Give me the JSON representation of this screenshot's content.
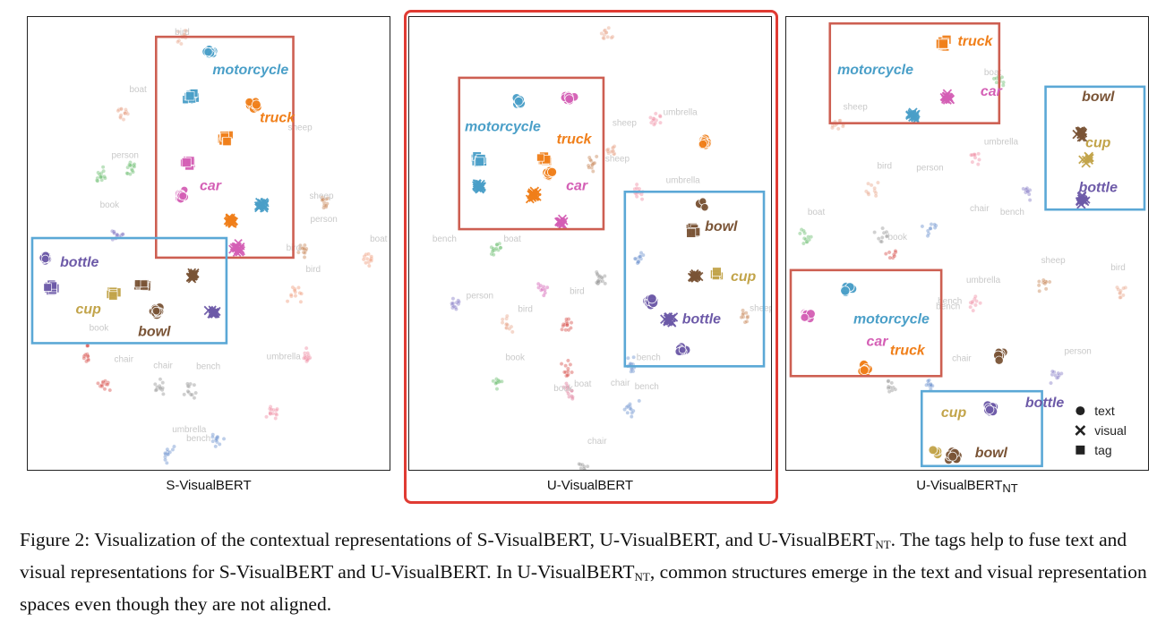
{
  "figure": {
    "panels": [
      {
        "label": "S-VisualBERT",
        "label_sub": "",
        "clusters": [
          {
            "word": "bird",
            "c": "#e9a98f",
            "s": "circle",
            "faint": true,
            "n": 14
          },
          {
            "word": "bird",
            "c": "#e9a98f",
            "s": "circle",
            "faint": true,
            "n": 14
          },
          {
            "word": "boat",
            "c": "#6fbf73",
            "s": "circle",
            "faint": true,
            "n": 14
          },
          {
            "word": "boat",
            "c": "#6fbf73",
            "s": "circle",
            "faint": true,
            "n": 14
          },
          {
            "word": "person",
            "c": "#8a7fc8",
            "s": "circle",
            "faint": true,
            "n": 14
          },
          {
            "word": "book",
            "c": "#d9534f",
            "s": "circle",
            "faint": true,
            "n": 12
          },
          {
            "word": "book",
            "c": "#d9534f",
            "s": "circle",
            "faint": true,
            "n": 12
          },
          {
            "word": "chair",
            "c": "#999999",
            "s": "circle",
            "faint": true,
            "n": 12
          },
          {
            "word": "chair",
            "c": "#999999",
            "s": "circle",
            "faint": true,
            "n": 12
          },
          {
            "word": "bench",
            "c": "#6f94d0",
            "s": "circle",
            "faint": true,
            "n": 12
          },
          {
            "word": "bench",
            "c": "#6f94d0",
            "s": "circle",
            "faint": true,
            "n": 12
          },
          {
            "word": "umbrella",
            "c": "#f08fa5",
            "s": "circle",
            "faint": true,
            "n": 14
          },
          {
            "word": "umbrella",
            "c": "#f08fa5",
            "s": "circle",
            "faint": true,
            "n": 14
          },
          {
            "word": "sheep",
            "c": "#c9885a",
            "s": "circle",
            "faint": true,
            "n": 12
          },
          {
            "word": "sheep",
            "c": "#c9885a",
            "s": "circle",
            "faint": true,
            "n": 12
          },
          {
            "word": "person",
            "c": "#f0a080",
            "s": "circle",
            "faint": true,
            "n": 12
          },
          {
            "word": "bird",
            "c": "#f0a080",
            "s": "circle",
            "faint": true,
            "n": 12
          },
          {
            "word": "motorcycle",
            "c": "#4a9fc8",
            "s": "circle",
            "faint": false,
            "n": 14
          },
          {
            "word": "motorcycle",
            "c": "#4a9fc8",
            "s": "square",
            "faint": false,
            "n": 14
          },
          {
            "word": "truck",
            "c": "#f07f1a",
            "s": "circle",
            "faint": false,
            "n": 14
          },
          {
            "word": "truck",
            "c": "#f07f1a",
            "s": "square",
            "faint": false,
            "n": 12
          },
          {
            "word": "car",
            "c": "#d45fb5",
            "s": "square",
            "faint": false,
            "n": 14
          },
          {
            "word": "car",
            "c": "#d45fb5",
            "s": "circle",
            "faint": false,
            "n": 14
          },
          {
            "word": "truck",
            "c": "#f07f1a",
            "s": "x",
            "faint": false,
            "n": 16
          },
          {
            "word": "car",
            "c": "#d45fb5",
            "s": "x",
            "faint": false,
            "n": 14
          },
          {
            "word": "motorcycle",
            "c": "#4a9fc8",
            "s": "x",
            "faint": false,
            "n": 16
          },
          {
            "word": "bottle",
            "c": "#6d5aa8",
            "s": "circle",
            "faint": false,
            "n": 12
          },
          {
            "word": "bottle",
            "c": "#6d5aa8",
            "s": "square",
            "faint": false,
            "n": 12
          },
          {
            "word": "cup",
            "c": "#c2a44a",
            "s": "square",
            "faint": false,
            "n": 6
          },
          {
            "word": "bowl",
            "c": "#7a5436",
            "s": "square",
            "faint": false,
            "n": 12
          },
          {
            "word": "bowl",
            "c": "#7a5436",
            "s": "circle",
            "faint": false,
            "n": 12
          },
          {
            "word": "bowl",
            "c": "#7a5436",
            "s": "x",
            "faint": false,
            "n": 16
          },
          {
            "word": "bottle",
            "c": "#6d5aa8",
            "s": "x",
            "faint": false,
            "n": 14
          }
        ],
        "faint_labels": [
          "bird",
          "boat",
          "person",
          "book",
          "book",
          "chair",
          "chair",
          "bench",
          "bench",
          "umbrella",
          "umbrella",
          "sheep",
          "sheep",
          "person",
          "bird",
          "bird",
          "boat"
        ],
        "bold_labels": [
          {
            "text": "motorcycle",
            "c": "#4a9fc8"
          },
          {
            "text": "truck",
            "c": "#f07f1a"
          },
          {
            "text": "car",
            "c": "#d45fb5"
          },
          {
            "text": "bottle",
            "c": "#6d5aa8"
          },
          {
            "text": "cup",
            "c": "#c2a44a"
          },
          {
            "text": "bowl",
            "c": "#7a5436"
          }
        ]
      },
      {
        "label": "U-VisualBERT",
        "label_sub": "",
        "clusters": [
          {
            "word": "bird",
            "c": "#e9a98f",
            "s": "circle",
            "faint": true,
            "n": 12
          },
          {
            "word": "umbrella",
            "c": "#f08fa5",
            "s": "circle",
            "faint": true,
            "n": 12
          },
          {
            "word": "sheep",
            "c": "#e9a98f",
            "s": "circle",
            "faint": true,
            "n": 12
          },
          {
            "word": "sheep",
            "c": "#c9885a",
            "s": "circle",
            "faint": true,
            "n": 12
          },
          {
            "word": "umbrella",
            "c": "#f08fa5",
            "s": "circle",
            "faint": true,
            "n": 14
          },
          {
            "word": "bench",
            "c": "#6f94d0",
            "s": "circle",
            "faint": true,
            "n": 12
          },
          {
            "word": "boat",
            "c": "#6fbf73",
            "s": "circle",
            "faint": true,
            "n": 14
          },
          {
            "word": "person",
            "c": "#8a7fc8",
            "s": "circle",
            "faint": true,
            "n": 12
          },
          {
            "word": "bird",
            "c": "#e9a98f",
            "s": "circle",
            "faint": true,
            "n": 12
          },
          {
            "word": "bird",
            "c": "#d45fb5",
            "s": "circle",
            "faint": true,
            "n": 10
          },
          {
            "word": "book",
            "c": "#d9534f",
            "s": "circle",
            "faint": true,
            "n": 14
          },
          {
            "word": "boat",
            "c": "#6fbf73",
            "s": "circle",
            "faint": true,
            "n": 10
          },
          {
            "word": "book",
            "c": "#d9534f",
            "s": "circle",
            "faint": true,
            "n": 12
          },
          {
            "word": "bench",
            "c": "#6f94d0",
            "s": "circle",
            "faint": true,
            "n": 12
          },
          {
            "word": "chair",
            "c": "#999999",
            "s": "circle",
            "faint": true,
            "n": 10
          },
          {
            "word": "chair",
            "c": "#999999",
            "s": "circle",
            "faint": true,
            "n": 18
          },
          {
            "word": "sheep",
            "c": "#c9885a",
            "s": "circle",
            "faint": true,
            "n": 10
          },
          {
            "word": "book",
            "c": "#e07b9a",
            "s": "circle",
            "faint": true,
            "n": 14
          },
          {
            "word": "bench",
            "c": "#6f94d0",
            "s": "circle",
            "faint": true,
            "n": 12
          },
          {
            "word": "motorcycle",
            "c": "#4a9fc8",
            "s": "circle",
            "faint": false,
            "n": 10
          },
          {
            "word": "car",
            "c": "#d45fb5",
            "s": "circle",
            "faint": false,
            "n": 12
          },
          {
            "word": "truck",
            "c": "#f07f1a",
            "s": "circle",
            "faint": false,
            "n": 14
          },
          {
            "word": "motorcycle",
            "c": "#4a9fc8",
            "s": "square",
            "faint": false,
            "n": 10
          },
          {
            "word": "truck",
            "c": "#f07f1a",
            "s": "square",
            "faint": false,
            "n": 10
          },
          {
            "word": "motorcycle",
            "c": "#4a9fc8",
            "s": "x",
            "faint": false,
            "n": 14
          },
          {
            "word": "truck",
            "c": "#f07f1a",
            "s": "x",
            "faint": false,
            "n": 16
          },
          {
            "word": "car",
            "c": "#d45fb5",
            "s": "x",
            "faint": false,
            "n": 12
          },
          {
            "word": "bowl",
            "c": "#7a5436",
            "s": "circle",
            "faint": false,
            "n": 10
          },
          {
            "word": "bowl",
            "c": "#7a5436",
            "s": "square",
            "faint": false,
            "n": 8
          },
          {
            "word": "bowl",
            "c": "#7a5436",
            "s": "x",
            "faint": false,
            "n": 14
          },
          {
            "word": "cup",
            "c": "#c2a44a",
            "s": "square",
            "faint": false,
            "n": 6
          },
          {
            "word": "bottle",
            "c": "#6d5aa8",
            "s": "circle",
            "faint": false,
            "n": 14
          },
          {
            "word": "bottle",
            "c": "#6d5aa8",
            "s": "x",
            "faint": false,
            "n": 14
          },
          {
            "word": "bottle",
            "c": "#6d5aa8",
            "s": "circle",
            "faint": false,
            "n": 10
          },
          {
            "word": "truck",
            "c": "#f07f1a",
            "s": "circle",
            "faint": false,
            "n": 14
          }
        ],
        "faint_labels": [
          "umbrella",
          "sheep",
          "sheep",
          "umbrella",
          "bench",
          "boat",
          "person",
          "bird",
          "bird",
          "book",
          "boat",
          "book",
          "bench",
          "chair",
          "chair",
          "sheep",
          "bench"
        ],
        "bold_labels": [
          {
            "text": "motorcycle",
            "c": "#4a9fc8"
          },
          {
            "text": "truck",
            "c": "#f07f1a"
          },
          {
            "text": "car",
            "c": "#d45fb5"
          },
          {
            "text": "bowl",
            "c": "#7a5436"
          },
          {
            "text": "cup",
            "c": "#c2a44a"
          },
          {
            "text": "bottle",
            "c": "#6d5aa8"
          }
        ]
      },
      {
        "label": "U-VisualBERT",
        "label_sub": "NT",
        "clusters": [
          {
            "word": "truck",
            "c": "#f07f1a",
            "s": "square",
            "faint": false,
            "n": 16
          },
          {
            "word": "motorcycle",
            "c": "#4a9fc8",
            "s": "x",
            "faint": false,
            "n": 16
          },
          {
            "word": "car",
            "c": "#d45fb5",
            "s": "x",
            "faint": false,
            "n": 14
          },
          {
            "word": "boat",
            "c": "#6fbf73",
            "s": "circle",
            "faint": true,
            "n": 10
          },
          {
            "word": "sheep",
            "c": "#e9a98f",
            "s": "circle",
            "faint": true,
            "n": 10
          },
          {
            "word": "umbrella",
            "c": "#f08fa5",
            "s": "circle",
            "faint": true,
            "n": 10
          },
          {
            "word": "bird",
            "c": "#e9a98f",
            "s": "circle",
            "faint": true,
            "n": 10
          },
          {
            "word": "person",
            "c": "#8a7fc8",
            "s": "circle",
            "faint": true,
            "n": 10
          },
          {
            "word": "boat",
            "c": "#6fbf73",
            "s": "circle",
            "faint": true,
            "n": 12
          },
          {
            "word": "chair",
            "c": "#999999",
            "s": "circle",
            "faint": true,
            "n": 10
          },
          {
            "word": "bench",
            "c": "#6f94d0",
            "s": "circle",
            "faint": true,
            "n": 10
          },
          {
            "word": "book",
            "c": "#d9534f",
            "s": "circle",
            "faint": true,
            "n": 8
          },
          {
            "word": "sheep",
            "c": "#c9885a",
            "s": "circle",
            "faint": true,
            "n": 10
          },
          {
            "word": "umbrella",
            "c": "#f08fa5",
            "s": "circle",
            "faint": true,
            "n": 10
          },
          {
            "word": "bird",
            "c": "#e9a98f",
            "s": "circle",
            "faint": true,
            "n": 10
          },
          {
            "word": "bench",
            "c": "#6f94d0",
            "s": "circle",
            "faint": true,
            "n": 10
          },
          {
            "word": "chair",
            "c": "#999999",
            "s": "circle",
            "faint": true,
            "n": 10
          },
          {
            "word": "person",
            "c": "#8a7fc8",
            "s": "circle",
            "faint": true,
            "n": 10
          },
          {
            "word": "bowl",
            "c": "#7a5436",
            "s": "x",
            "faint": false,
            "n": 14
          },
          {
            "word": "cup",
            "c": "#c2a44a",
            "s": "x",
            "faint": false,
            "n": 8
          },
          {
            "word": "bottle",
            "c": "#6d5aa8",
            "s": "x",
            "faint": false,
            "n": 14
          },
          {
            "word": "motorcycle",
            "c": "#4a9fc8",
            "s": "circle",
            "faint": false,
            "n": 10
          },
          {
            "word": "car",
            "c": "#d45fb5",
            "s": "circle",
            "faint": false,
            "n": 14
          },
          {
            "word": "truck",
            "c": "#f07f1a",
            "s": "circle",
            "faint": false,
            "n": 14
          },
          {
            "word": "bowl",
            "c": "#7a5436",
            "s": "circle",
            "faint": false,
            "n": 8
          },
          {
            "word": "bottle",
            "c": "#6d5aa8",
            "s": "circle",
            "faint": false,
            "n": 12
          },
          {
            "word": "cup",
            "c": "#c2a44a",
            "s": "circle",
            "faint": false,
            "n": 6
          },
          {
            "word": "bowl",
            "c": "#7a5436",
            "s": "circle",
            "faint": false,
            "n": 14
          }
        ],
        "faint_labels": [
          "boat",
          "sheep",
          "umbrella",
          "bird",
          "person",
          "boat",
          "chair",
          "bench",
          "book",
          "sheep",
          "umbrella",
          "bird",
          "bench",
          "chair",
          "person",
          "bench"
        ],
        "bold_labels": [
          {
            "text": "truck",
            "c": "#f07f1a"
          },
          {
            "text": "motorcycle",
            "c": "#4a9fc8"
          },
          {
            "text": "car",
            "c": "#d45fb5"
          },
          {
            "text": "bowl",
            "c": "#7a5436"
          },
          {
            "text": "cup",
            "c": "#c2a44a"
          },
          {
            "text": "bottle",
            "c": "#6d5aa8"
          },
          {
            "text": "motorcycle",
            "c": "#4a9fc8"
          },
          {
            "text": "car",
            "c": "#d45fb5"
          },
          {
            "text": "truck",
            "c": "#f07f1a"
          },
          {
            "text": "bottle",
            "c": "#6d5aa8"
          },
          {
            "text": "cup",
            "c": "#c2a44a"
          },
          {
            "text": "bowl",
            "c": "#7a5436"
          }
        ],
        "legend": [
          {
            "label": "text",
            "marker": "circle"
          },
          {
            "label": "visual",
            "marker": "x"
          },
          {
            "label": "tag",
            "marker": "square"
          }
        ]
      }
    ],
    "box_colors": {
      "vehicle": "#cd5f52",
      "tableware": "#5ba8d6",
      "selected_panel": "#e03b33"
    }
  },
  "caption": {
    "prefix": "Figure 2: Visualization of the contextual representations of S-VisualBERT, U-VisualBERT, and U-VisualBERT",
    "sub1": "NT",
    "mid": ". The tags help to fuse text and visual representations for S-VisualBERT and U-VisualBERT. In U-VisualBERT",
    "sub2": "NT",
    "suffix": ", common structures emerge in the text and visual representation spaces even though they are not aligned."
  }
}
